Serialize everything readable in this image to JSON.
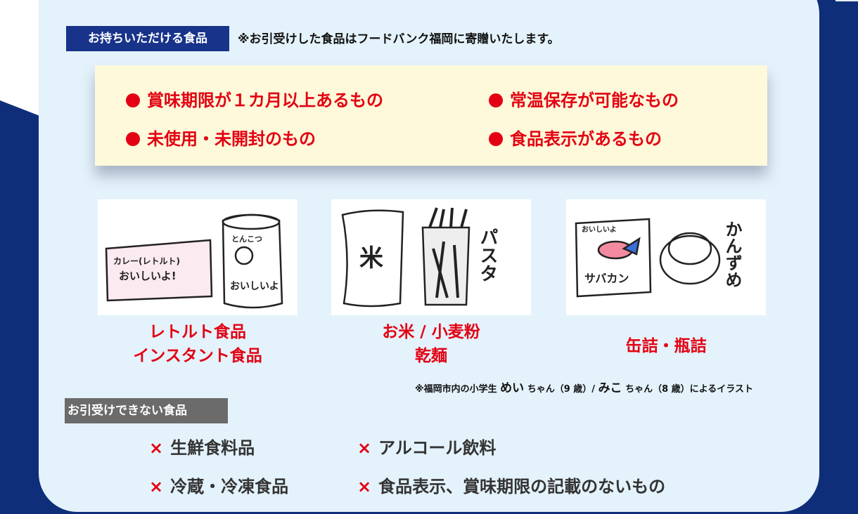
{
  "accepted": {
    "title": "お持ちいただける食品",
    "note": "※お引受けした食品はフードバンク福岡に寄贈いたします。",
    "conditions": [
      "賞味期限が１カ月以上あるもの",
      "常温保存が可能なもの",
      "未使用・未開封のもの",
      "食品表示があるもの"
    ],
    "categories": [
      {
        "lines": [
          "レトルト食品",
          "インスタント食品"
        ],
        "drawing_text": [
          "カレー(レトルト)",
          "おいしいよ!",
          "とんこつ",
          "おいしいよ"
        ]
      },
      {
        "lines": [
          "お米 / 小麦粉",
          "乾麺"
        ],
        "drawing_text": [
          "米",
          "パスタ"
        ]
      },
      {
        "lines": [
          "缶詰・瓶詰"
        ],
        "drawing_text": [
          "おいしいよ",
          "サバカン",
          "かんずめ"
        ]
      }
    ],
    "credit": {
      "prefix": "※福岡市内の小学生",
      "name1": "めい",
      "suffix1": "ちゃん（9 歳）/",
      "name2": "みこ",
      "suffix2": "ちゃん（8 歳）によるイラスト"
    }
  },
  "rejected": {
    "title": "お引受けできない食品",
    "mark": "×",
    "items": [
      "生鮮食料品",
      "アルコール飲料",
      "冷蔵・冷凍食品",
      "食品表示、賞味期限の記載のないもの"
    ]
  },
  "colors": {
    "navy": "#0f2e7a",
    "card": "#e4f2fb",
    "red": "#e30012",
    "condition_bg": "#fdf9da",
    "gray_tag": "#6b6b6b"
  }
}
